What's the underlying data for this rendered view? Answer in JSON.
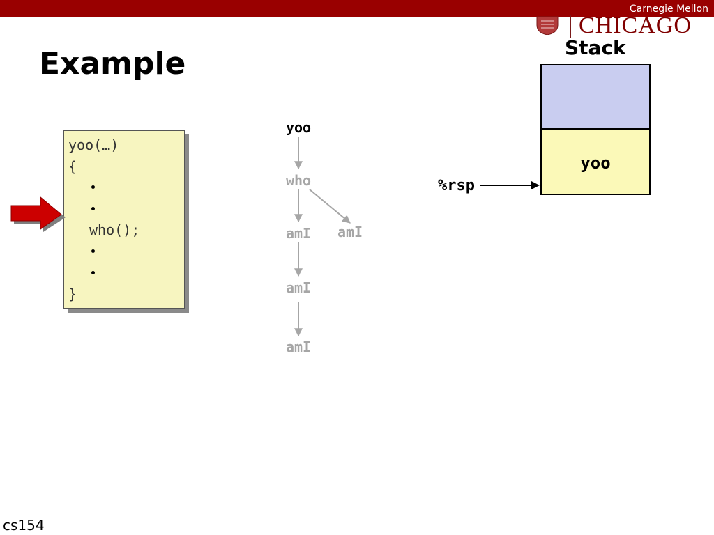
{
  "header": {
    "institution": "Carnegie Mellon",
    "logo_word": "CHICAGO"
  },
  "slide": {
    "title": "Example"
  },
  "code": {
    "signature": "yoo(…)",
    "open_brace": "{",
    "call": "who();",
    "close_brace": "}"
  },
  "call_tree": {
    "root": "yoo",
    "level1": "who",
    "level2_left": "amI",
    "level2_right": "amI",
    "level3": "amI",
    "level4": "amI"
  },
  "stack": {
    "label": "Stack",
    "frame_label": "yoo",
    "pointer_label": "%rsp"
  },
  "footer": {
    "course": "cs154"
  },
  "colors": {
    "brand_bar": "#990000",
    "code_bg": "#f7f5c0",
    "stack_top_bg": "#c9cdf0",
    "stack_frame_bg": "#fbf9b8",
    "active_node": "#000000",
    "inactive_node": "#a6a6a6",
    "pointer_arrow": "#cc0000"
  }
}
